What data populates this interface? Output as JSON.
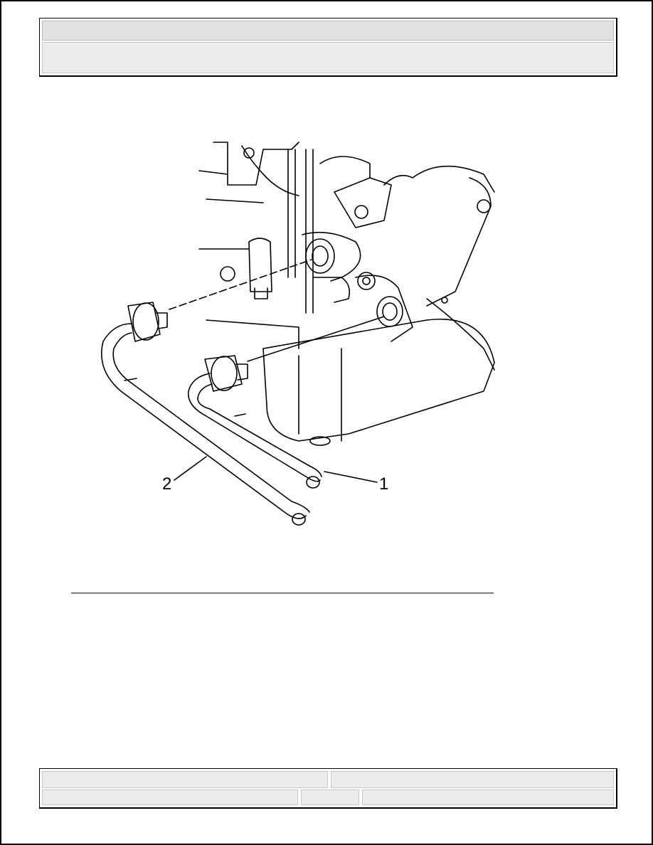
{
  "header": {
    "title": "",
    "subtitle": ""
  },
  "figure": {
    "callouts": [
      {
        "id": "1",
        "label": "1"
      },
      {
        "id": "2",
        "label": "2"
      }
    ]
  },
  "footer": {
    "cells": [
      "",
      "",
      "",
      "",
      ""
    ]
  }
}
